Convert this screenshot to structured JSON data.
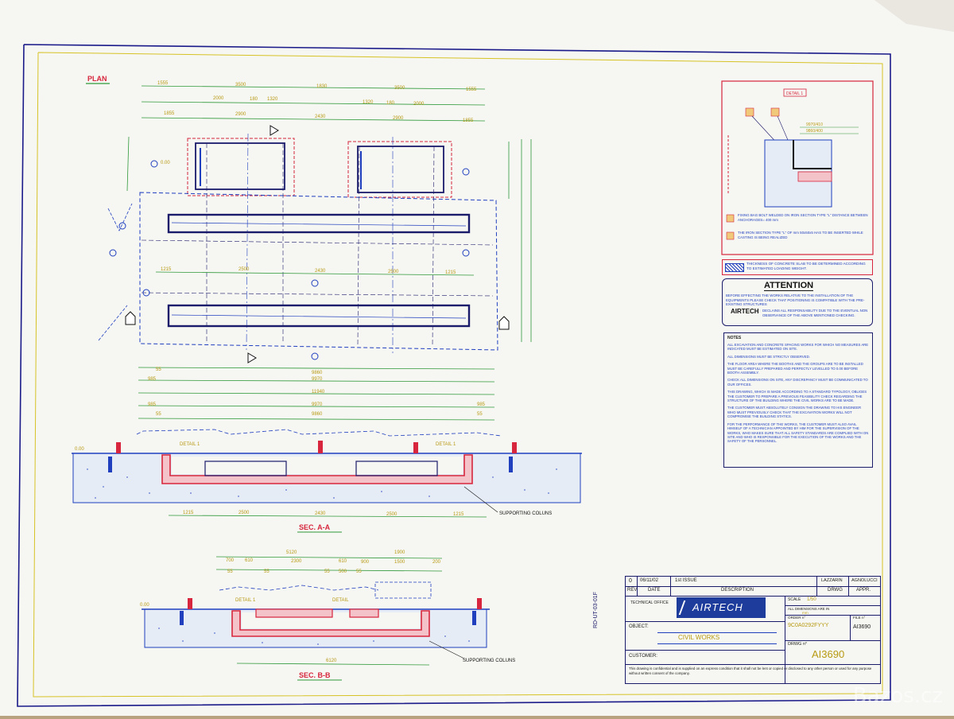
{
  "plan": {
    "title": "PLAN",
    "top_dims_row1": [
      "1555",
      "3500",
      "1830",
      "3500",
      "1555"
    ],
    "top_dims_row2": [
      "2000",
      "180",
      "1320",
      "1320",
      "180",
      "2000"
    ],
    "top_dims_row3": [
      "1855",
      "2900",
      "2430",
      "2900",
      "1855"
    ],
    "mid_dims": [
      "1215",
      "2500",
      "2430",
      "2500",
      "1215"
    ],
    "bottom_dims": [
      "55",
      "9860",
      "985",
      "9970",
      "11940",
      "985",
      "9970",
      "985",
      "55",
      "9860",
      "55"
    ],
    "elevation_label": "0.00"
  },
  "section_a": {
    "title": "SEC. A-A",
    "detail_left": "DETAIL 1",
    "detail_right": "DETAIL 1",
    "support_label": "SUPPORTING COLUNS",
    "bottom_dims": [
      "1215",
      "2500",
      "2430",
      "2500",
      "1215"
    ],
    "elevation": "0.00"
  },
  "section_b": {
    "title": "SEC. B-B",
    "detail_left": "DETAIL 1",
    "detail_right": "DETAIL",
    "support_label": "SUPPORTING COLUNS",
    "top_dims": [
      "5120",
      "1900",
      "700",
      "610",
      "2300",
      "610",
      "900",
      "1500",
      "200",
      "55",
      "55",
      "55",
      "500",
      "55"
    ],
    "bottom_dim": "6120",
    "elevation": "0.00"
  },
  "detail_box": {
    "title": "DETAIL 1",
    "dim_a": "9970/410",
    "dim_b": "9860/400",
    "note1": "FIXING BAG BOLT WELDED ON IRON SECTION TYPE \"L\" DISTANCE BETWEEN ANCHORAGES= 400 mm",
    "note2": "THE IRON SECTION TYPE \"L\" OF mm 50x50x5 HAS TO BE INSERTED WHILE CASTING IS BEING REALIZED"
  },
  "slab_note": "THICKNESS OF CONCRETE SLAB TO BE DETERMINED ACCORDING TO ESTIMATED LOADING WEIGHT.",
  "attention": {
    "title": "ATTENTION",
    "line1": "BEFORE EFFECTING THE WORKS RELATIVE TO THE INSTALLATION OF THE EQUIPMENTS PLEASE CHECK THAT POSITIONING IS COMPATIBLE WITH THE PRE-EXISTING STRUCTURES",
    "brand": "AIRTECH",
    "line2": "DECLAINS ALL RESPONSABILITY DUE TO THE EVENTUAL NON OBSERVANCE OF THE ABOVE MENTIONED CHECKING."
  },
  "notes": {
    "title": "NOTES",
    "items": [
      "ALL EXCAVATION AND CONCRETE SPACING WORKS FOR WHICH NO MEASURES ARE INDICATED MUST BE ESTIMATED ON SITE.",
      "ALL DIMENSIONS MUST BE STRICTLY OBSERVED.",
      "THE FLOOR AREA WHERE THE BOOTHS AND THE GROUPS ARE TO BE INSTALLED MUST BE CAREFULLY PREPARED AND PERFECTLY LEVELLED TO 0.00 BEFORE BOOTH ASSEMBLY.",
      "CHECK ALL DIMENSIONS ON SITE, ANY DISCREPANCY MUST BE COMMUNICATED TO OUR OFFICES.",
      "THIS DRAWING, WHICH IS MADE ACCORDING TO A STANDARD TYPOLOGY, OBLIGES THE CUSTOMER TO PREPARE A PREVIOUS FEASIBILITY CHECK REGARDING THE STRUCTURE OF THE BUILDING WHERE THE CIVIL WORKS ARE TO BE MADE.",
      "THE CUSTOMER MUST ABSOLUTELY CONSIGN THE DRAWING TO HIS ENGINEER WHO MUST PREVIOUSLY CHECK THAT THE EXCAVATION WORKS WILL NOT COMPROMISE THE BUILDING STATICS.",
      "FOR THE PERFORMANCE OF THE WORKS, THE CUSTOMER MUST ALSO AVAIL HIMSELF OF A TECHNICIAN APPOINTED BY HIM FOR THE SUPERVISION OF THE WORKS, WHO MAKES SURE THAT ALL SAFETY STANDARDS ARE COMPLIED WITH ON SITE AND WHO IS RESPONSIBLE FOR THE EXECUTION OF THE WORKS AND THE SAFETY OF THE PERSONNEL."
    ]
  },
  "title_block": {
    "rev": "0",
    "date": "06/11/02",
    "issue": "1st ISSUE",
    "drwn_name": "LAZZARIN",
    "appr_name": "AGNOLUCCI",
    "col_rev": "REV.",
    "col_date": "DATE",
    "col_desc": "DESCRIPTION",
    "col_drwn": "DRWG",
    "col_appr": "APPR.",
    "tech_office": "TECHNICAL OFFICE",
    "brand": "AIRTECH",
    "scale_label": "SCALE",
    "scale_value": "1/50",
    "dims_label": "ALL DIMENSIONS ARE IN",
    "dims_value": "mm",
    "order_label": "ORDER n°",
    "order_value": "9C0A0292FYYY",
    "file_label": "FILE n°",
    "file_value": "AI3690",
    "object_label": "OBJECT:",
    "object_value": "CIVIL WORKS",
    "drwg_label": "DRWG n°",
    "drwg_value": "AI3690",
    "customer_label": "CUSTOMER:",
    "side_code": "RD-UT-03-01F",
    "confidential": "This drawing is confidential and is supplied on an express condition that it shall not be lent or copied or disclosed to any other person or used for any purpose without written consent of the company."
  },
  "watermark": "Bazos.cz",
  "colors": {
    "paper": "#f6f6f2",
    "blue": "#1f3fbf",
    "red": "#d7263d",
    "yellow": "#c9a80c",
    "green": "#2f9a3a",
    "brand": "#1e3c9c"
  }
}
